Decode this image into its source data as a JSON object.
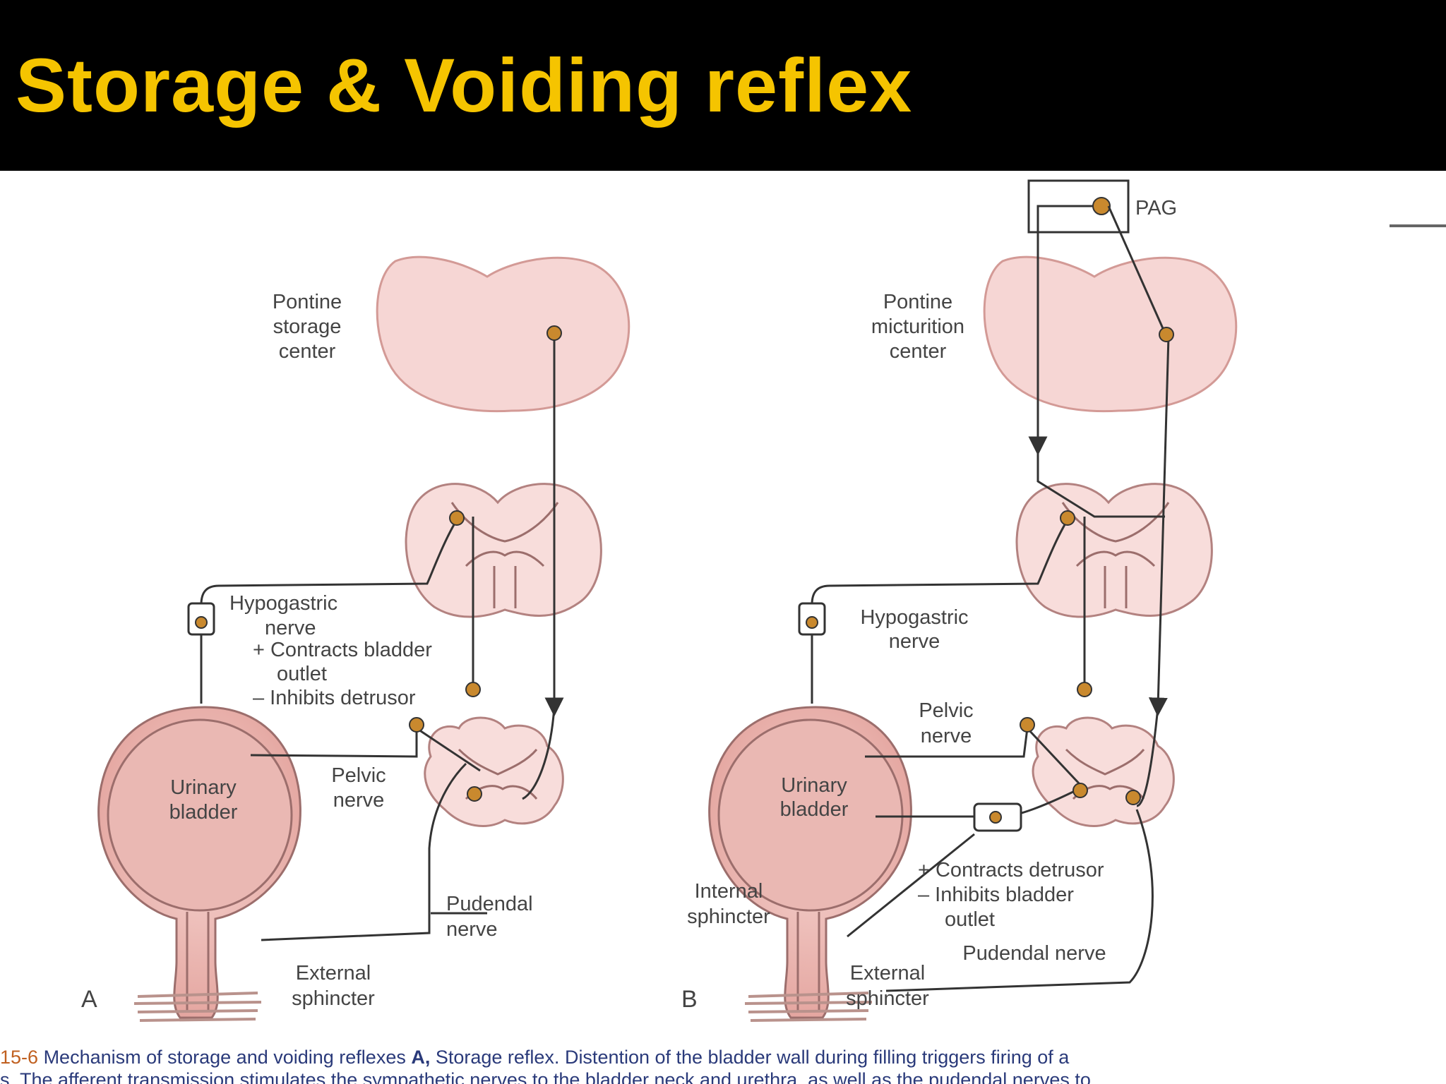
{
  "slide": {
    "title": "Storage & Voiding reflex"
  },
  "panel_a": {
    "letter": "A",
    "pontine_label": [
      "Pontine",
      "storage",
      "center"
    ],
    "hypogastric_label": [
      "Hypogastric",
      "nerve"
    ],
    "effects": [
      "+ Contracts bladder",
      "outlet",
      "– Inhibits detrusor"
    ],
    "bladder_label": [
      "Urinary",
      "bladder"
    ],
    "pelvic_label": [
      "Pelvic",
      "nerve"
    ],
    "pudendal_label": [
      "Pudendal",
      "nerve"
    ],
    "sphincter_label": [
      "External",
      "sphincter"
    ]
  },
  "panel_b": {
    "letter": "B",
    "pag_label": "PAG",
    "pontine_label": [
      "Pontine",
      "micturition",
      "center"
    ],
    "hypogastric_label": [
      "Hypogastric",
      "nerve"
    ],
    "pelvic_label": [
      "Pelvic",
      "nerve"
    ],
    "bladder_label": [
      "Urinary",
      "bladder"
    ],
    "effects": [
      "+ Contracts detrusor",
      "– Inhibits bladder",
      "outlet"
    ],
    "internal_label": [
      "Internal",
      "sphincter"
    ],
    "pudendal_label": "Pudendal nerve",
    "sphincter_label": [
      "External",
      "sphincter"
    ]
  },
  "caption": {
    "number": "15-6",
    "line1_a": "Mechanism of storage and voiding reflexes ",
    "line1_bold": "A,",
    "line1_b": " Storage reflex. Distention of the bladder wall during filling triggers firing of a",
    "line2": "s. The afferent transmission stimulates the sympathetic nerves to the bladder neck and urethra, as well as the pudendal nerves to"
  },
  "colors": {
    "title": "#f5c400",
    "tissue": "#f6d6d4",
    "tissue_dark": "#e6a9a4",
    "bladder_inner": "#e9b2ad",
    "neuron": "#c9892e",
    "line": "#333333"
  }
}
